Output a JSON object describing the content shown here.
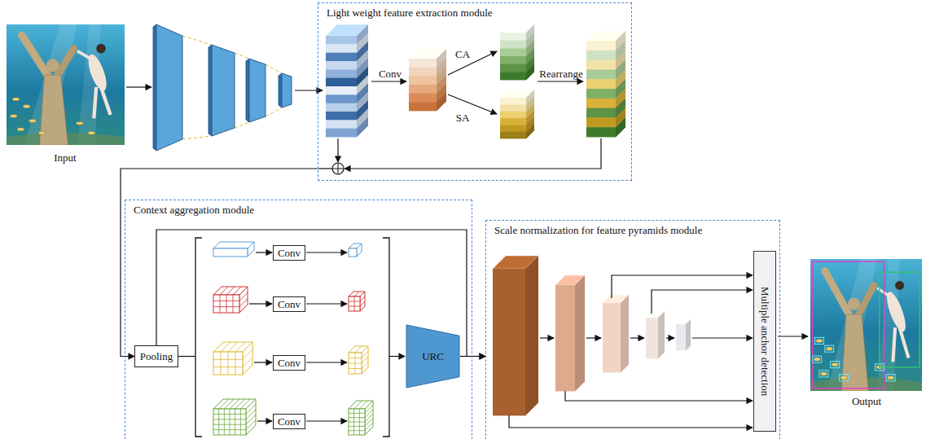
{
  "diagram": {
    "nodes": [
      {
        "text": [
          "Light weight feature extraction module"
        ]
      },
      {
        "text": [
          "Context aggregation module"
        ]
      },
      {
        "text": [
          "Pooling"
        ],
        "in": 1
      },
      {
        "text": [
          "Conv"
        ],
        "in": 1
      },
      {
        "text": [
          "Conv"
        ],
        "in": 1
      },
      {
        "text": [
          "Conv"
        ],
        "in": 1
      },
      {
        "text": [
          "Conv"
        ],
        "in": 1
      },
      {
        "text": [
          "URC"
        ],
        "in": 1
      },
      {
        "text": [
          "Scale normalization for feature pyramids module"
        ]
      },
      {
        "text": [
          "Multiple anchor detection"
        ],
        "in": 8
      }
    ],
    "edges": [
      {
        "from": 0,
        "to": 2,
        "arrow": "to"
      },
      {
        "from": 2,
        "to": 8,
        "arrow": "to"
      },
      {
        "from": 7,
        "to": 8,
        "arrow": "to"
      }
    ],
    "labels": [
      "Input",
      "Conv",
      "CA",
      "SA",
      "Rearrange",
      "Output"
    ]
  }
}
